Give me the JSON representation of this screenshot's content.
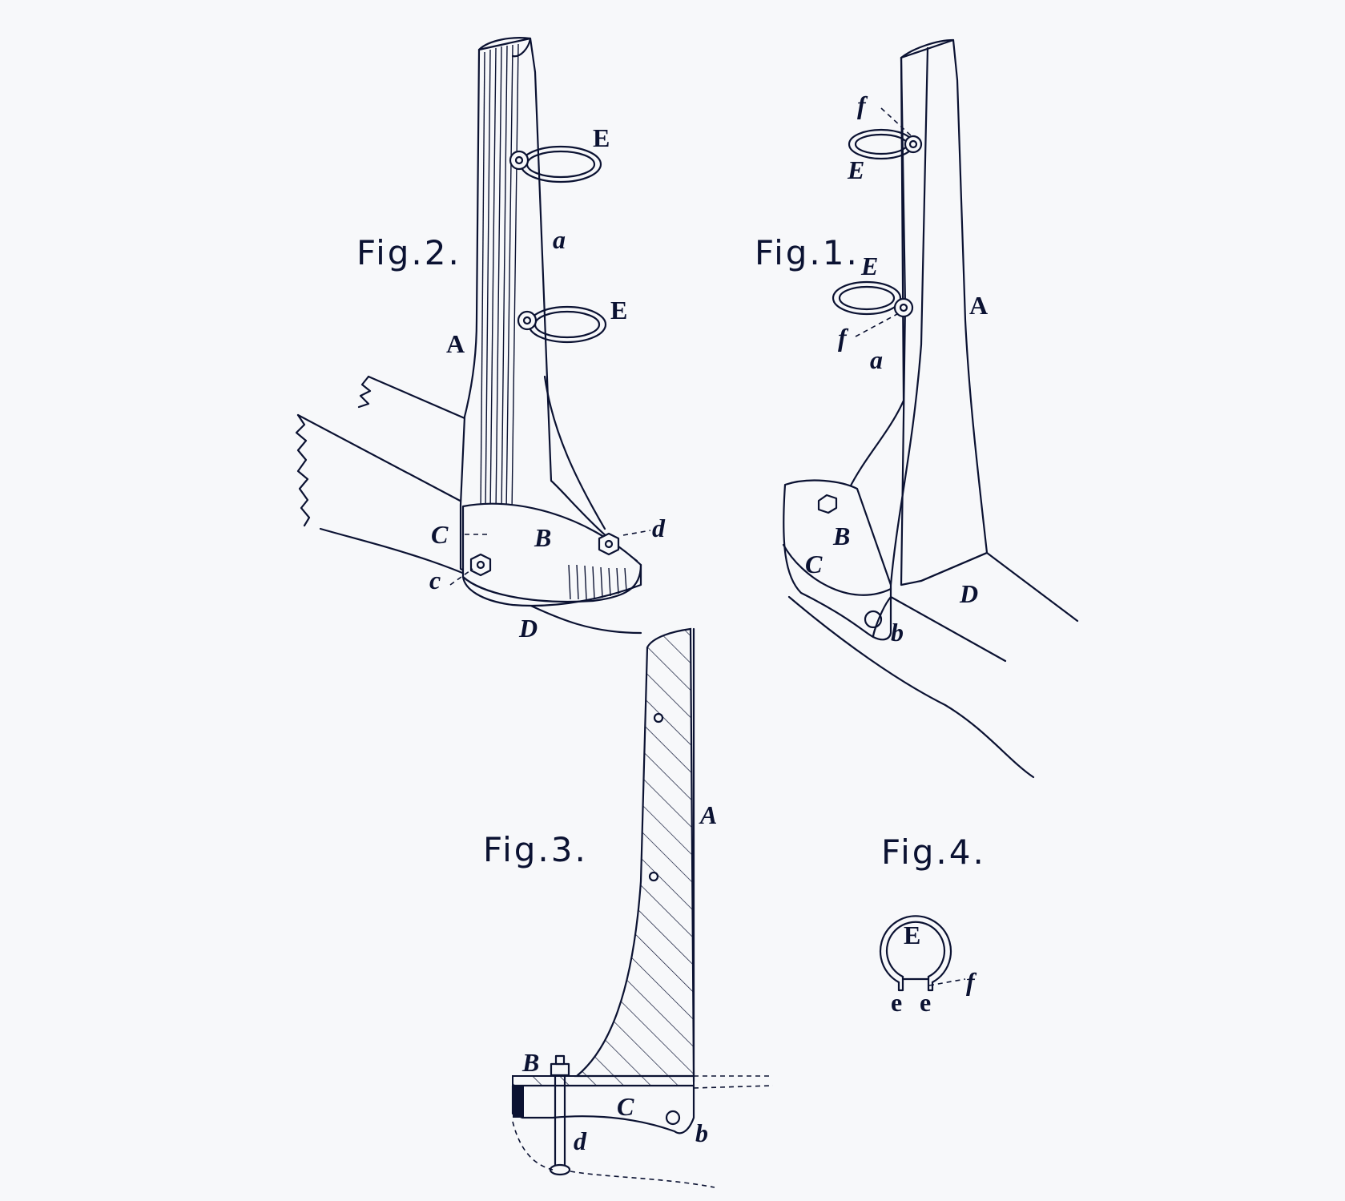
{
  "figures": {
    "fig1": {
      "title": "Fig.1.",
      "labels": {
        "A": "A",
        "a": "a",
        "B": "B",
        "C": "C",
        "D": "D",
        "b": "b",
        "E_top": "E",
        "E_mid": "E",
        "f_top": "f",
        "f_mid": "f"
      }
    },
    "fig2": {
      "title": "Fig.2.",
      "labels": {
        "A": "A",
        "a": "a",
        "B": "B",
        "C": "C",
        "D": "D",
        "c": "c",
        "d": "d",
        "E_top": "E",
        "E_mid": "E"
      }
    },
    "fig3": {
      "title": "Fig.3.",
      "labels": {
        "A": "A",
        "B": "B",
        "C": "C",
        "b": "b",
        "d": "d"
      }
    },
    "fig4": {
      "title": "Fig.4.",
      "labels": {
        "E": "E",
        "f": "f",
        "e1": "e",
        "e2": "e"
      }
    }
  },
  "colors": {
    "ink": "#0b1232",
    "paper": "#f7f8fa"
  }
}
